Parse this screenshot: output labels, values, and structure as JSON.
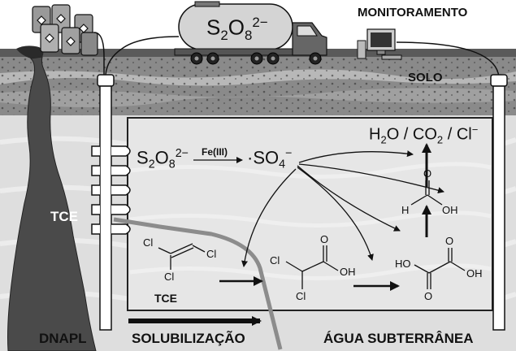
{
  "labels": {
    "monitoring": "MONITORAMENTO",
    "soil": "SOLO",
    "tce_plume": "TCE",
    "dnapl": "DNAPL",
    "solubilization": "SOLUBILIZAÇÃO",
    "groundwater": "ÁGUA SUBTERRÂNEA"
  },
  "tanker": {
    "s_main": "S",
    "s_sub": "2",
    "o_main": "O",
    "o_sub": "8",
    "charge": "2−"
  },
  "reaction": {
    "reactant_main": "S",
    "reactant_sub1": "2",
    "reactant_main2": "O",
    "reactant_sub2": "8",
    "reactant_charge": "2−",
    "catalyst": "Fe(III)",
    "radical_dot": "·",
    "product_main": "SO",
    "product_sub": "4",
    "product_charge": "−"
  },
  "products": {
    "water": "H",
    "water_sub": "2",
    "water_o": "O",
    "sep1": " / ",
    "co2": "CO",
    "co2_sub": "2",
    "sep2": " / ",
    "chloride": "Cl",
    "chloride_charge": "−"
  },
  "molecules": {
    "tce": {
      "cl_top_left": "Cl",
      "cl_top_right": "Cl",
      "cl_bottom": "Cl",
      "name": "TCE"
    },
    "dichloroacetic": {
      "cl_top": "Cl",
      "cl_bottom": "Cl",
      "o_top": "O",
      "oh": "OH"
    },
    "formic": {
      "o_top": "O",
      "h": "H",
      "oh": "OH"
    },
    "oxalic": {
      "o_top": "O",
      "ho": "HO",
      "oh": "OH",
      "o_bottom": "O"
    }
  },
  "colors": {
    "soil_dark": "#7a7a7a",
    "aquifer": "#dcdcdc",
    "dnapl": "#4a4a4a",
    "ink": "#111111"
  }
}
